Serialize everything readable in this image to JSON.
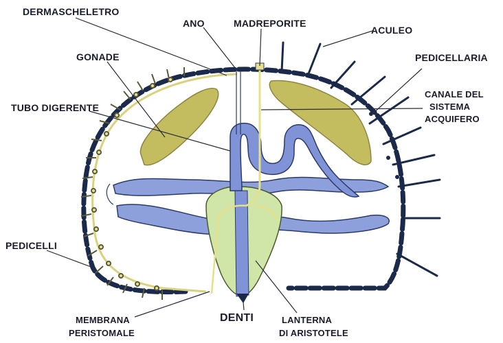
{
  "labels": {
    "dermascheletro": "DERMASCHELETRO",
    "ano": "ANO",
    "madreporite": "MADREPORITE",
    "aculeo": "ACULEO",
    "gonade": "GONADE",
    "pedicellaria": "PEDICELLARIA",
    "tubo_digerente": "TUBO DIGERENTE",
    "canale_line1": "CANALE DEL",
    "canale_line2": "SISTEMA",
    "canale_line3": "ACQUIFERO",
    "pedicelli": "PEDICELLI",
    "membrana_line1": "MEMBRANA",
    "membrana_line2": "PERISTOMALE",
    "denti": "DENTI",
    "lanterna_line1": "LANTERNA",
    "lanterna_line2": "DI ARISTOTELE"
  },
  "colors": {
    "outline": "#1b2a4a",
    "gut_blue": "#7f93d6",
    "gonad_yellow": "#b9b35a",
    "lantern_green": "#cfe6a8",
    "canal_yellow": "#ece69a",
    "leader": "#2a2a3a"
  }
}
